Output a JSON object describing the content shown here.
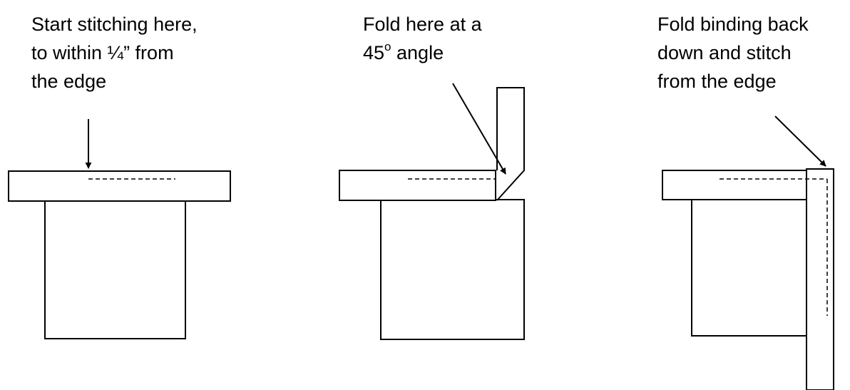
{
  "steps": [
    {
      "caption_lines": [
        "Start stitching here,",
        "to within ¼” from",
        "the edge"
      ]
    },
    {
      "caption_lines": [
        "Fold here at a"
      ],
      "angle_value": "45",
      "angle_degree_mark": "o",
      "angle_suffix": " angle"
    },
    {
      "caption_lines": [
        "Fold binding back",
        "down and stitch",
        "from the edge"
      ]
    }
  ],
  "colors": {
    "line": "#000000",
    "background": "#ffffff"
  }
}
